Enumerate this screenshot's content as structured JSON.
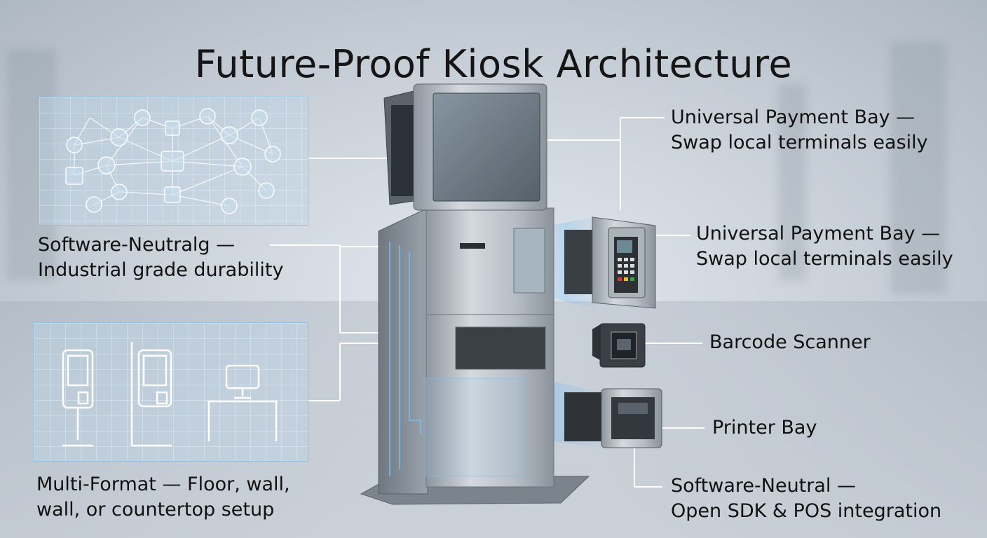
{
  "title": "Future-Proof Kiosk Architecture",
  "callouts": {
    "payment_top": {
      "line1": "Universal Payment Bay —",
      "line2": "Swap local terminals easily"
    },
    "payment_mid": {
      "line1": "Universal Payment Bay —",
      "line2": "Swap local terminals easily"
    },
    "barcode": {
      "line1": "Barcode Scanner"
    },
    "printer": {
      "line1": "Printer Bay"
    },
    "software_bottom": {
      "line1": "Software-Neutral —",
      "line2": "Open SDK & POS integration"
    },
    "software_left": {
      "line1": "Software-Neutralg —",
      "line2": "Industrial grade durability"
    },
    "multiformat": {
      "line1": "Multi-Format — Floor, wall,",
      "line2": "wall, or countertop setup"
    }
  },
  "network_icons": [
    "github-icon",
    "sun-icon",
    "bug-icon",
    "card-icon",
    "settings-icon",
    "plug-icon",
    "list-icon",
    "tablet-icon",
    "cloud-icon",
    "gamepad-icon",
    "flask-icon",
    "globe-icon",
    "gear-icon",
    "badge-icon",
    "glasses-icon",
    "user-icon"
  ],
  "formats": [
    "floor-standing-kiosk-icon",
    "wall-mounted-kiosk-icon",
    "countertop-kiosk-icon"
  ],
  "colors": {
    "accent_line": "#ffffff",
    "panel_border": "#8cbee1",
    "metal": "#b9c0c8",
    "screen": "#6f7d88"
  }
}
